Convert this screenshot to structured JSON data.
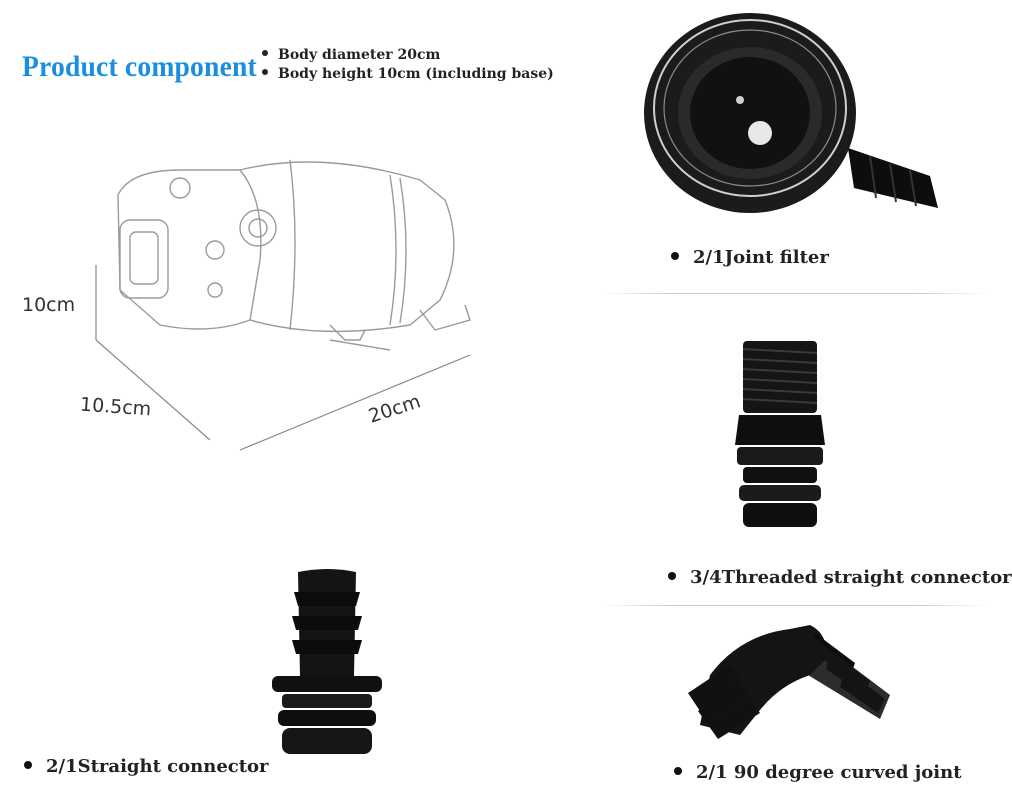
{
  "header": {
    "title": "Product component",
    "specs": [
      "Body diameter 20cm",
      "Body height 10cm (including base)"
    ]
  },
  "dimensions": {
    "height": "10cm",
    "depth": "10.5cm",
    "length": "20cm"
  },
  "components": [
    {
      "label": "2/1Joint filter",
      "icon": "joint-filter"
    },
    {
      "label": "3/4Threaded straight connector",
      "icon": "threaded-straight-connector"
    },
    {
      "label": "2/1Straight connector",
      "icon": "straight-connector"
    },
    {
      "label": "2/1 90 degree curved joint",
      "icon": "curved-joint-90"
    }
  ],
  "colors": {
    "title": "#1a8fe0",
    "part": "#111111",
    "sketch": "#9a9a9a"
  }
}
